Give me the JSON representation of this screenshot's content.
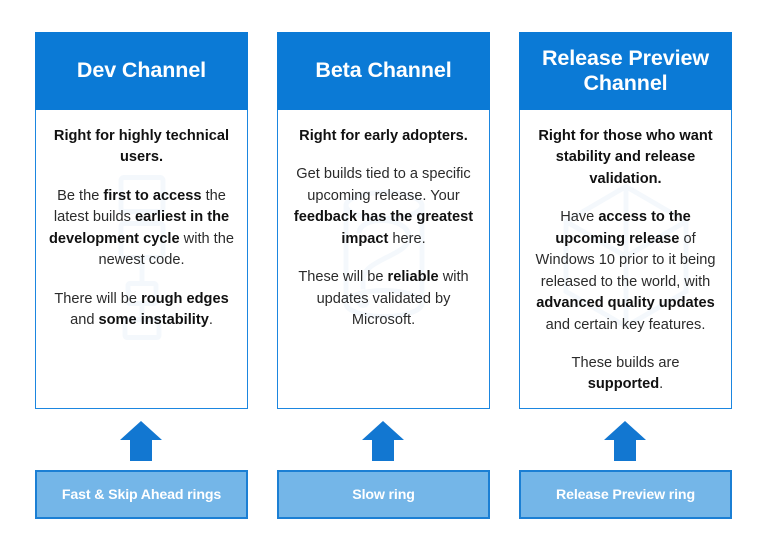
{
  "colors": {
    "header_blue": "#0b7ad6",
    "border_blue": "#1b86e0",
    "arrow_blue": "#1277d1",
    "ring_fill": "#74b6e8",
    "ring_border": "#1b7fd4",
    "text_dark": "#2b2b2b",
    "watermark_blue": "#cfe0f2"
  },
  "columns": [
    {
      "id": "dev",
      "header": "Dev Channel",
      "watermark_icon": "wrench-tool-icon",
      "paragraphs": [
        {
          "lead": true,
          "runs": [
            {
              "text": "Right for highly technical users.",
              "bold": true
            }
          ]
        },
        {
          "lead": false,
          "runs": [
            {
              "text": "Be the ",
              "bold": false
            },
            {
              "text": "first to access",
              "bold": true
            },
            {
              "text": " the latest builds ",
              "bold": false
            },
            {
              "text": "earliest in the development cycle",
              "bold": true
            },
            {
              "text": " with the newest code.",
              "bold": false
            }
          ]
        },
        {
          "lead": false,
          "runs": [
            {
              "text": "There will be ",
              "bold": false
            },
            {
              "text": "rough edges",
              "bold": true
            },
            {
              "text": " and ",
              "bold": false
            },
            {
              "text": "some instability",
              "bold": true
            },
            {
              "text": ".",
              "bold": false
            }
          ]
        }
      ],
      "arrow": "up-arrow-icon",
      "ring_label": "Fast & Skip Ahead rings"
    },
    {
      "id": "beta",
      "header": "Beta Channel",
      "watermark_icon": "bucket-container-icon",
      "paragraphs": [
        {
          "lead": true,
          "runs": [
            {
              "text": "Right for early adopters.",
              "bold": true
            }
          ]
        },
        {
          "lead": false,
          "runs": [
            {
              "text": "Get builds tied to a specific upcoming release. Your ",
              "bold": false
            },
            {
              "text": "feedback has the greatest impact",
              "bold": true
            },
            {
              "text": " here.",
              "bold": false
            }
          ]
        },
        {
          "lead": false,
          "runs": [
            {
              "text": "These will be ",
              "bold": false
            },
            {
              "text": "reliable",
              "bold": true
            },
            {
              "text": " with updates validated by Microsoft.",
              "bold": false
            }
          ]
        }
      ],
      "arrow": "up-arrow-icon",
      "ring_label": "Slow ring"
    },
    {
      "id": "release-preview",
      "header": "Release Preview Channel",
      "watermark_icon": "cube-box-icon",
      "paragraphs": [
        {
          "lead": true,
          "runs": [
            {
              "text": "Right for those who want stability and release validation.",
              "bold": true
            }
          ]
        },
        {
          "lead": false,
          "runs": [
            {
              "text": "Have ",
              "bold": false
            },
            {
              "text": "access to the upcoming release",
              "bold": true
            },
            {
              "text": " of Windows 10 prior to it being released to the world, with ",
              "bold": false
            },
            {
              "text": "advanced quality updates",
              "bold": true
            },
            {
              "text": " and certain key features.",
              "bold": false
            }
          ]
        },
        {
          "lead": false,
          "runs": [
            {
              "text": "These builds are ",
              "bold": false
            },
            {
              "text": "supported",
              "bold": true
            },
            {
              "text": ".",
              "bold": false
            }
          ]
        }
      ],
      "arrow": "up-arrow-icon",
      "ring_label": "Release Preview ring"
    }
  ]
}
